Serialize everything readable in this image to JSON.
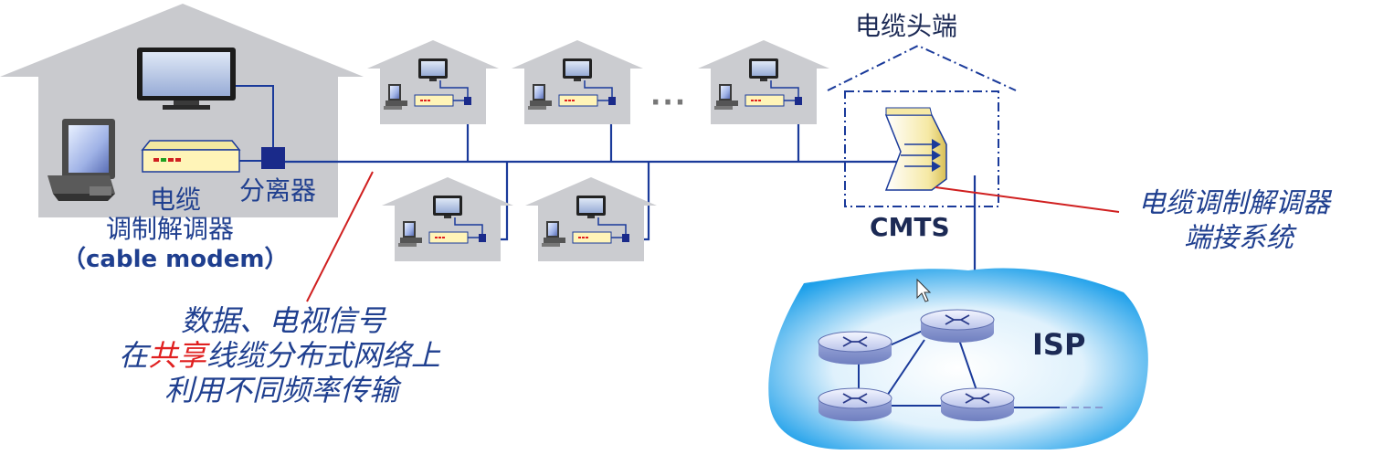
{
  "labels": {
    "cable_modem_line1": "电缆",
    "cable_modem_line2": "调制解调器",
    "cable_modem_line3": "（cable modem）",
    "splitter": "分离器",
    "headend": "电缆头端",
    "cmts": "CMTS",
    "cmts_desc_line1": "电缆调制解调器",
    "cmts_desc_line2": "端接系统",
    "isp": "ISP",
    "ellipsis": "···",
    "note_line1": "数据、电视信号",
    "note_line2_prefix": "在",
    "note_line2_highlight": "共享",
    "note_line2_suffix": "线缆分布式网络上",
    "note_line3": "利用不同频率传输"
  },
  "colors": {
    "house_fill": "#c9cace",
    "line_blue": "#1a3a9a",
    "text_blue": "#1f3f8f",
    "accent_red": "#e02020",
    "modem_fill": "#fff4b8",
    "isp_cloud": "#2ea7ea"
  },
  "icons": {
    "tv": "tv-icon",
    "computer": "desktop-computer-icon",
    "modem": "cable-modem-icon",
    "splitter": "splitter-icon",
    "cmts": "cmts-device-icon",
    "router": "router-icon",
    "cursor": "mouse-cursor-icon"
  }
}
